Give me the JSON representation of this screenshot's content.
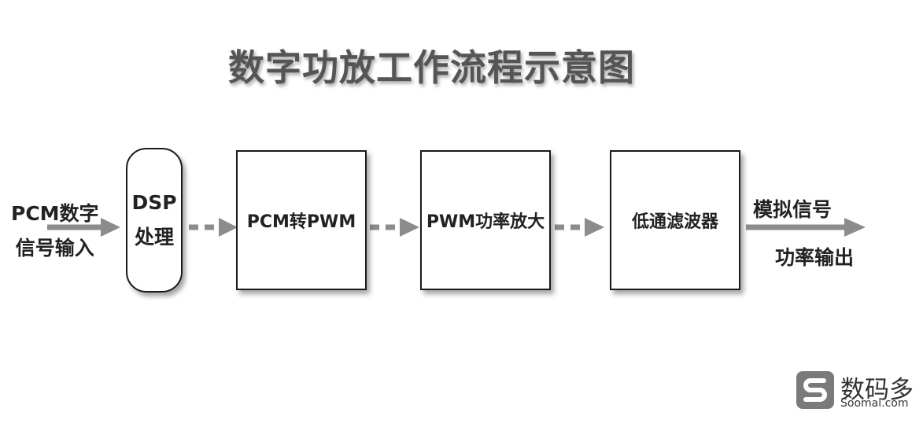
{
  "title": "数字功放工作流程示意图",
  "input_label": {
    "line1": "PCM数字",
    "line2": "信号输入"
  },
  "blocks": [
    {
      "line1": "DSP",
      "line2": "处理"
    },
    {
      "text": "PCM转PWM"
    },
    {
      "text": "PWM功率放大"
    },
    {
      "text": "低通滤波器"
    }
  ],
  "output_label": {
    "line1": "模拟信号",
    "line2": "功率输出"
  },
  "watermark": {
    "name": "数码多",
    "domain": "Soomal.com"
  },
  "colors": {
    "arrow": "#8c8c8c",
    "title": "#555555",
    "border": "#1a1a1a"
  }
}
